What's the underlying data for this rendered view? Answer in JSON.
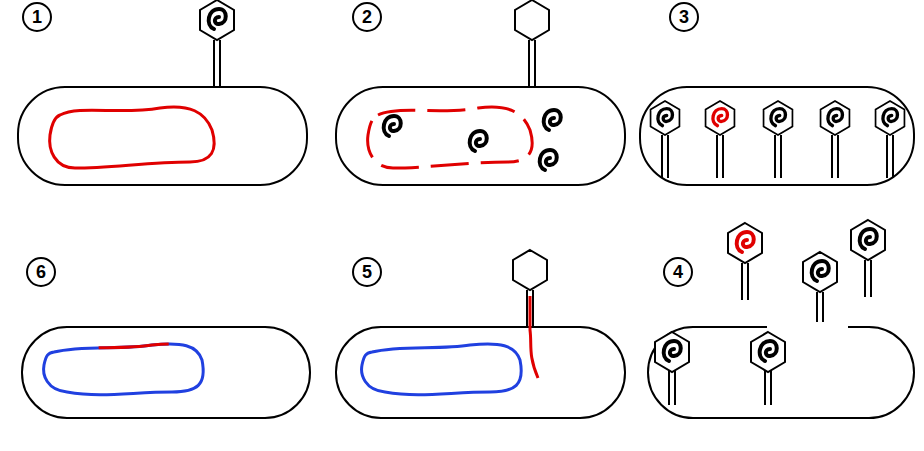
{
  "diagram": {
    "nodes": [
      {
        "text": [
          "1"
        ]
      },
      {
        "text": [
          "2"
        ]
      },
      {
        "text": [
          "3"
        ]
      },
      {
        "text": [
          "6"
        ]
      },
      {
        "text": [
          "5"
        ]
      },
      {
        "text": [
          "4"
        ]
      }
    ]
  }
}
